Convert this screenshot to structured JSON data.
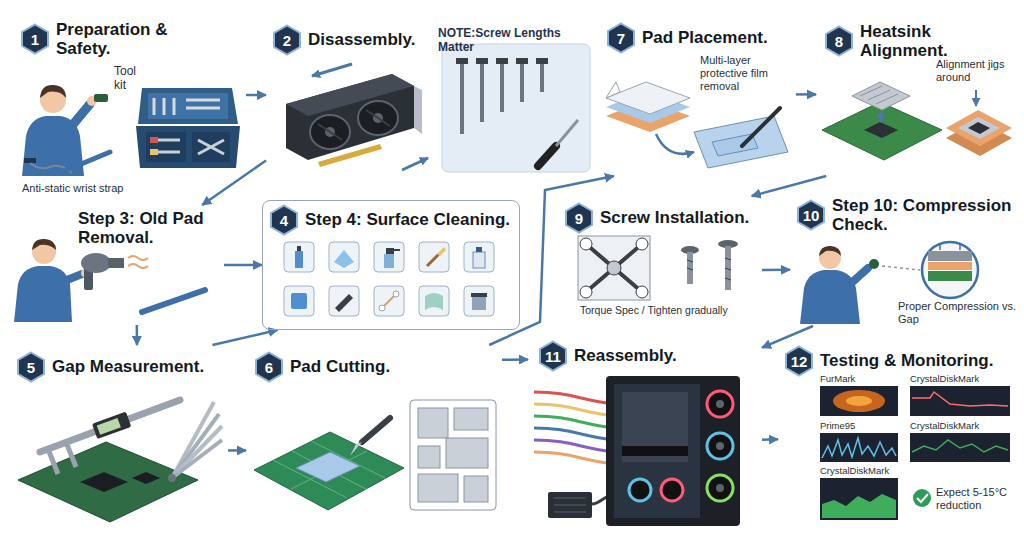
{
  "diagram": {
    "nodes": [
      {
        "text": [
          "1",
          "Preparation & Safety."
        ]
      },
      {
        "text": [
          "2",
          "Disassembly."
        ]
      },
      {
        "text": [
          "7",
          "Pad Placement."
        ]
      },
      {
        "text": [
          "8",
          "Heatsink Alignment."
        ]
      },
      {
        "text": [
          "Step 3: Old Pad Removal."
        ]
      },
      {
        "text": [
          "4",
          "Step 4: Surface Cleaning."
        ]
      },
      {
        "text": [
          "5",
          "Gap Measurement."
        ]
      },
      {
        "text": [
          "6",
          "Pad Cutting."
        ]
      },
      {
        "text": [
          "9",
          "Screw Installation."
        ]
      },
      {
        "text": [
          "10",
          "Step 10: Compression Check."
        ]
      },
      {
        "text": [
          "11",
          "Reassembly."
        ]
      },
      {
        "text": [
          "12",
          "Testing & Monitoring."
        ]
      }
    ],
    "edges": [
      {
        "from": 0,
        "to": 1,
        "arrow": "to"
      },
      {
        "from": 1,
        "to": 4,
        "arrow": "to"
      },
      {
        "from": 4,
        "to": 5,
        "arrow": "to"
      },
      {
        "from": 4,
        "to": 6,
        "arrow": "to"
      },
      {
        "from": 6,
        "to": 5,
        "arrow": "to"
      },
      {
        "from": 6,
        "to": 7,
        "arrow": "to"
      },
      {
        "from": 7,
        "to": 2,
        "arrow": "to"
      },
      {
        "from": 2,
        "to": 3,
        "arrow": "to"
      },
      {
        "from": 3,
        "to": 8,
        "arrow": "to"
      },
      {
        "from": 8,
        "to": 9,
        "arrow": "to"
      },
      {
        "from": 9,
        "to": 10,
        "arrow": "to"
      },
      {
        "from": 10,
        "to": 11,
        "arrow": "to"
      },
      {
        "from": 7,
        "to": 10,
        "arrow": "to"
      }
    ],
    "labels": [
      "Tool kit",
      "Anti-static wrist strap",
      "NOTE:Screw Lengths Matter",
      "Multi-layer protective film removal",
      "Alignment jigs around",
      "Torque Spec / Tighten gradually",
      "Proper Compression vs. Gap",
      "FurMark",
      "CrystalDiskMark",
      "Prime95",
      "CrystalDiskMark",
      "CrystalDiskMark",
      "Expect 5-15°C reduction"
    ]
  }
}
